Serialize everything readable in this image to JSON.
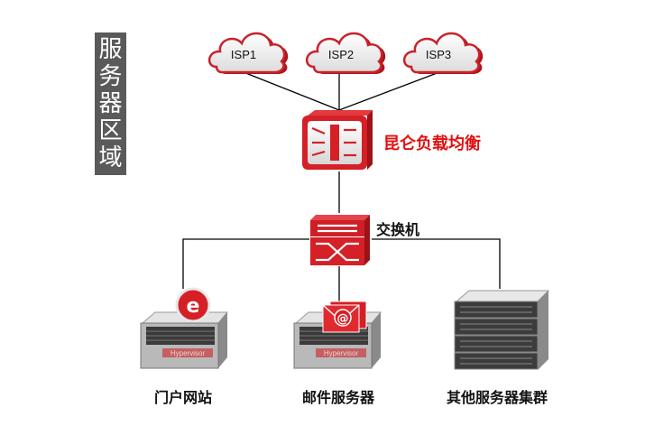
{
  "region_tag": {
    "chars": [
      "服",
      "务",
      "器",
      "区",
      "域"
    ]
  },
  "isps": [
    {
      "label": "ISP1",
      "icon": "cloud-icon"
    },
    {
      "label": "ISP2",
      "icon": "cloud-icon"
    },
    {
      "label": "ISP3",
      "icon": "cloud-icon"
    }
  ],
  "load_balancer": {
    "label": "昆仑负载均衡",
    "icon": "load-balancer-icon",
    "label_color": "#e01010"
  },
  "switch": {
    "label": "交换机",
    "icon": "switch-icon"
  },
  "servers": [
    {
      "label": "门户网站",
      "icon": "web-server-icon",
      "badge": "e",
      "stamp": "Hypervisor"
    },
    {
      "label": "邮件服务器",
      "icon": "mail-server-icon",
      "badge": "@",
      "stamp": "Hypervisor"
    },
    {
      "label": "其他服务器集群",
      "icon": "server-cluster-icon"
    }
  ],
  "colors": {
    "accent": "#d42026",
    "tag_bg": "#5a5a5a"
  }
}
